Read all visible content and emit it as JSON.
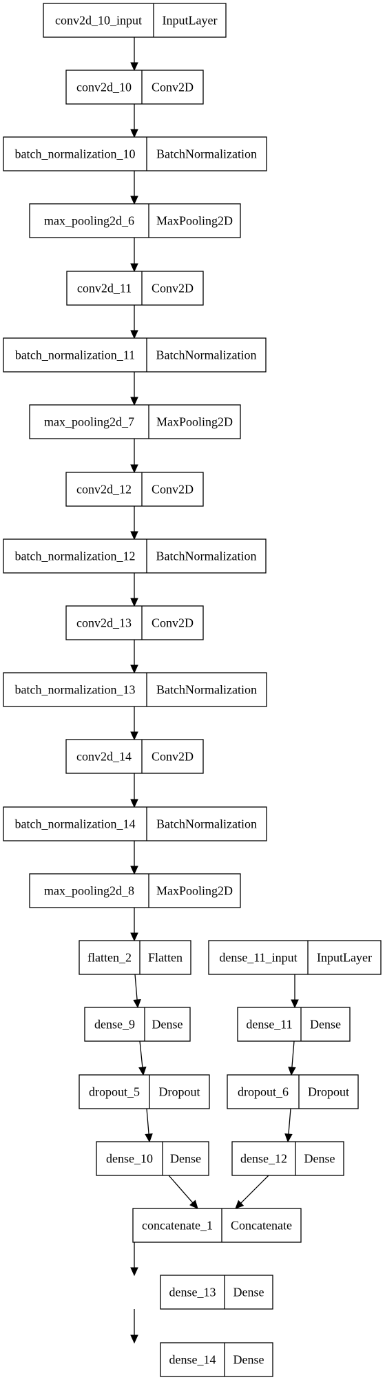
{
  "nodes": [
    {
      "id": "conv2d_10_input",
      "name": "conv2d_10_input",
      "type": "InputLayer"
    },
    {
      "id": "conv2d_10",
      "name": "conv2d_10",
      "type": "Conv2D"
    },
    {
      "id": "batch_normalization_10",
      "name": "batch_normalization_10",
      "type": "BatchNormalization"
    },
    {
      "id": "max_pooling2d_6",
      "name": "max_pooling2d_6",
      "type": "MaxPooling2D"
    },
    {
      "id": "conv2d_11",
      "name": "conv2d_11",
      "type": "Conv2D"
    },
    {
      "id": "batch_normalization_11",
      "name": "batch_normalization_11",
      "type": "BatchNormalization"
    },
    {
      "id": "max_pooling2d_7",
      "name": "max_pooling2d_7",
      "type": "MaxPooling2D"
    },
    {
      "id": "conv2d_12",
      "name": "conv2d_12",
      "type": "Conv2D"
    },
    {
      "id": "batch_normalization_12",
      "name": "batch_normalization_12",
      "type": "BatchNormalization"
    },
    {
      "id": "conv2d_13",
      "name": "conv2d_13",
      "type": "Conv2D"
    },
    {
      "id": "batch_normalization_13",
      "name": "batch_normalization_13",
      "type": "BatchNormalization"
    },
    {
      "id": "conv2d_14",
      "name": "conv2d_14",
      "type": "Conv2D"
    },
    {
      "id": "batch_normalization_14",
      "name": "batch_normalization_14",
      "type": "BatchNormalization"
    },
    {
      "id": "max_pooling2d_8",
      "name": "max_pooling2d_8",
      "type": "MaxPooling2D"
    },
    {
      "id": "flatten_2",
      "name": "flatten_2",
      "type": "Flatten"
    },
    {
      "id": "dense_11_input",
      "name": "dense_11_input",
      "type": "InputLayer"
    },
    {
      "id": "dense_9",
      "name": "dense_9",
      "type": "Dense"
    },
    {
      "id": "dense_11",
      "name": "dense_11",
      "type": "Dense"
    },
    {
      "id": "dropout_5",
      "name": "dropout_5",
      "type": "Dropout"
    },
    {
      "id": "dropout_6",
      "name": "dropout_6",
      "type": "Dropout"
    },
    {
      "id": "dense_10",
      "name": "dense_10",
      "type": "Dense"
    },
    {
      "id": "dense_12",
      "name": "dense_12",
      "type": "Dense"
    },
    {
      "id": "concatenate_1",
      "name": "concatenate_1",
      "type": "Concatenate"
    },
    {
      "id": "dense_13",
      "name": "dense_13",
      "type": "Dense"
    },
    {
      "id": "dense_14",
      "name": "dense_14",
      "type": "Dense"
    }
  ],
  "edges": [
    [
      "conv2d_10_input",
      "conv2d_10"
    ],
    [
      "conv2d_10",
      "batch_normalization_10"
    ],
    [
      "batch_normalization_10",
      "max_pooling2d_6"
    ],
    [
      "max_pooling2d_6",
      "conv2d_11"
    ],
    [
      "conv2d_11",
      "batch_normalization_11"
    ],
    [
      "batch_normalization_11",
      "max_pooling2d_7"
    ],
    [
      "max_pooling2d_7",
      "conv2d_12"
    ],
    [
      "conv2d_12",
      "batch_normalization_12"
    ],
    [
      "batch_normalization_12",
      "conv2d_13"
    ],
    [
      "conv2d_13",
      "batch_normalization_13"
    ],
    [
      "batch_normalization_13",
      "conv2d_14"
    ],
    [
      "conv2d_14",
      "batch_normalization_14"
    ],
    [
      "batch_normalization_14",
      "max_pooling2d_8"
    ],
    [
      "max_pooling2d_8",
      "flatten_2"
    ],
    [
      "flatten_2",
      "dense_9"
    ],
    [
      "dense_9",
      "dropout_5"
    ],
    [
      "dropout_5",
      "dense_10"
    ],
    [
      "dense_11_input",
      "dense_11"
    ],
    [
      "dense_11",
      "dropout_6"
    ],
    [
      "dropout_6",
      "dense_12"
    ],
    [
      "dense_10",
      "concatenate_1"
    ],
    [
      "dense_12",
      "concatenate_1"
    ],
    [
      "concatenate_1",
      "dense_13"
    ],
    [
      "dense_13",
      "dense_14"
    ]
  ]
}
